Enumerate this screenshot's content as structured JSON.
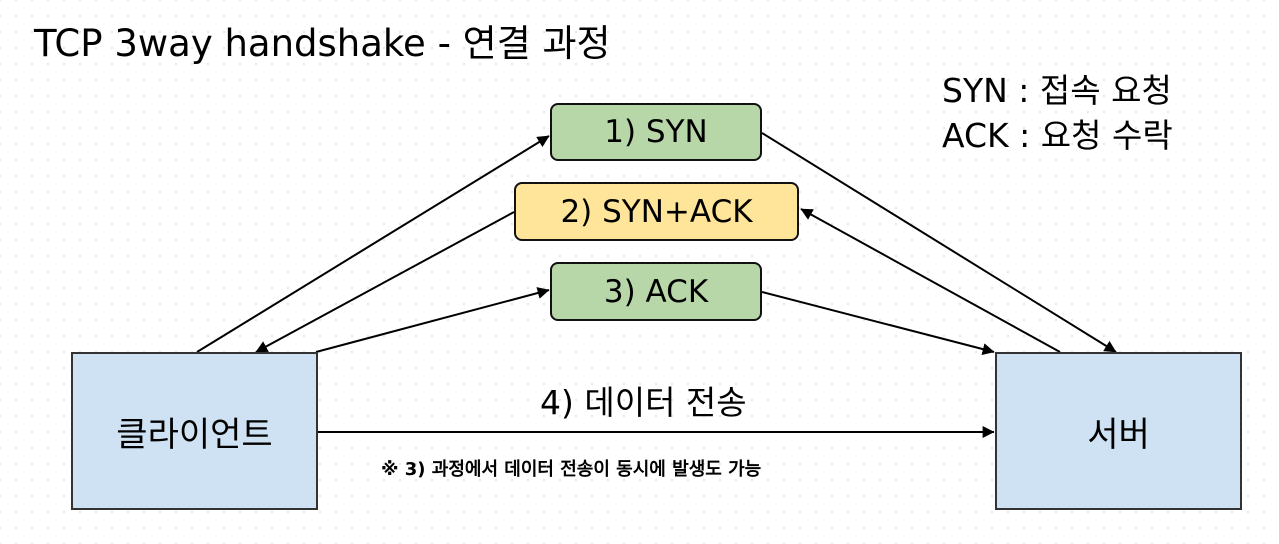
{
  "title": "TCP 3way handshake - 연결 과정",
  "legend": {
    "syn": "SYN : 접속 요청",
    "ack": "ACK : 요청 수락"
  },
  "nodes": {
    "client": "클라이언트",
    "server": "서버"
  },
  "messages": {
    "syn": "1) SYN",
    "synack": "2) SYN+ACK",
    "ack": "3) ACK"
  },
  "data_transfer": "4) 데이터 전송",
  "note": "※ 3) 과정에서 데이터 전송이 동시에 발생도 가능",
  "colors": {
    "node_fill": "#cfe2f3",
    "message_green": "#b7d7a8",
    "message_yellow": "#ffe599",
    "stroke": "#000000"
  }
}
